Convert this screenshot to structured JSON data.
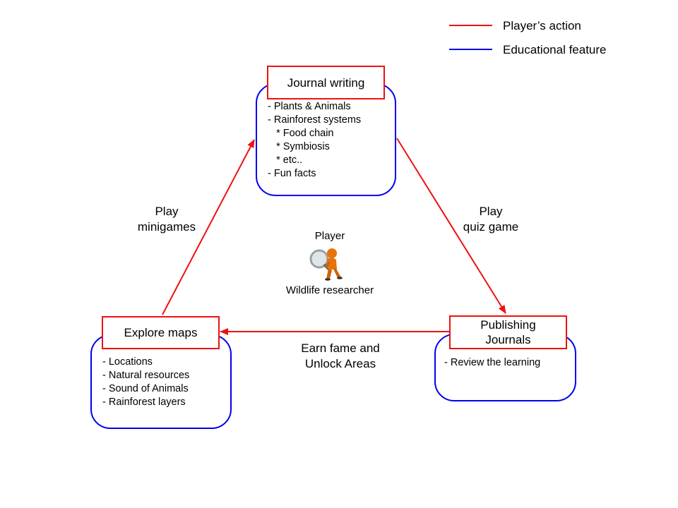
{
  "legend": {
    "items": [
      {
        "label": "Player’s action",
        "color": "#ee1111"
      },
      {
        "label": "Educational feature",
        "color": "#0000ee"
      }
    ]
  },
  "nodes": {
    "journal_writing": {
      "title": "Journal writing",
      "items": [
        "- Plants & Animals",
        "- Rainforest systems",
        "   * Food chain",
        "   * Symbiosis",
        "   * etc..",
        "- Fun facts"
      ]
    },
    "explore_maps": {
      "title": "Explore maps",
      "items": [
        "- Locations",
        "- Natural resources",
        "- Sound of Animals",
        "- Rainforest layers"
      ]
    },
    "publishing_journals": {
      "title_line1": "Publishing",
      "title_line2": "Journals",
      "items": [
        "- Review the learning"
      ]
    }
  },
  "flows": {
    "play_minigames": {
      "line1": "Play",
      "line2": "minigames"
    },
    "play_quiz": {
      "line1": "Play",
      "line2": "quiz game"
    },
    "earn_fame": {
      "line1": "Earn fame and",
      "line2": "Unlock Areas"
    }
  },
  "center": {
    "top_label": "Player",
    "bottom_label": "Wildlife researcher",
    "icon": "researcher-with-magnifier-icon"
  },
  "colors": {
    "action": "#ee1111",
    "educational": "#0000ee",
    "figure_orange": "#e8720c"
  }
}
